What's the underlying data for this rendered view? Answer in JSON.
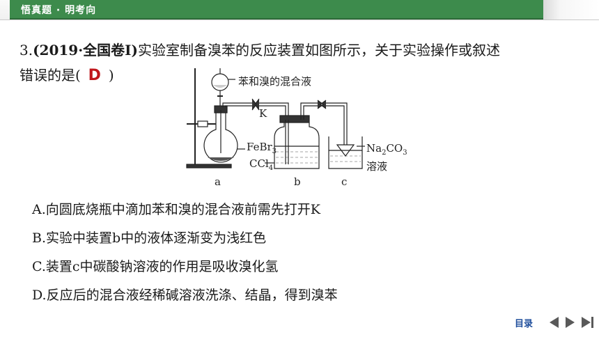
{
  "header": {
    "section_title": "悟真题 · 明考向"
  },
  "question": {
    "number": "3.",
    "source": "(2019·全国卷Ⅰ)",
    "stem_line1": "实验室制备溴苯的反应装置如图所示，关于实验操作或叙述",
    "stem_line2_prefix": "错误的是(",
    "answer": "D",
    "stem_line2_suffix": ")"
  },
  "figure": {
    "label_mixture": "苯和溴的混合液",
    "label_k": "K",
    "label_febr3_main": "FeBr",
    "label_febr3_sub": "3",
    "label_ccl4_main": "CCl",
    "label_ccl4_sub": "4",
    "label_na2co3_a": "Na",
    "label_na2co3_sub2": "2",
    "label_na2co3_b": "CO",
    "label_na2co3_sub3": "3",
    "label_solution": "溶液",
    "label_a": "a",
    "label_b": "b",
    "label_c": "c"
  },
  "options": [
    "A.向圆底烧瓶中滴加苯和溴的混合液前需先打开K",
    "B.实验中装置b中的液体逐渐变为浅红色",
    "C.装置c中碳酸钠溶液的作用是吸收溴化氢",
    "D.反应后的混合液经稀碱溶液洗涤、结晶，得到溴苯"
  ],
  "nav": {
    "catalog_label": "目录"
  },
  "colors": {
    "header_green": "#3d8b4c",
    "answer_red": "#c0161b",
    "nav_blue": "#1f4e9c"
  }
}
